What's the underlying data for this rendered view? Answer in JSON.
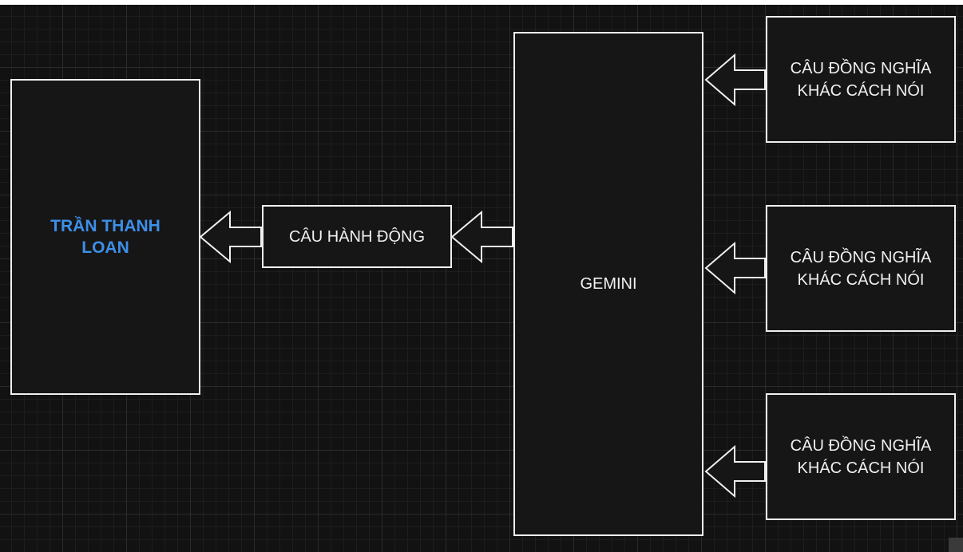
{
  "diagram": {
    "person_box": {
      "label": "TRẦN THANH\nLOAN",
      "color": "#3d8fe8"
    },
    "action_box": {
      "label": "CÂU HÀNH ĐỘNG"
    },
    "model_box": {
      "label": "GEMINI"
    },
    "synonym_boxes": [
      {
        "label": "CÂU ĐỒNG NGHĨA\nKHÁC CÁCH NÓI"
      },
      {
        "label": "CÂU ĐỒNG NGHĨA\nKHÁC CÁCH NÓI"
      },
      {
        "label": "CÂU ĐỒNG NGHĨA\nKHÁC CÁCH NÓI"
      }
    ],
    "theme": {
      "background": "#121212",
      "stroke": "#f0f0f0",
      "text": "#f0f0f0"
    }
  }
}
